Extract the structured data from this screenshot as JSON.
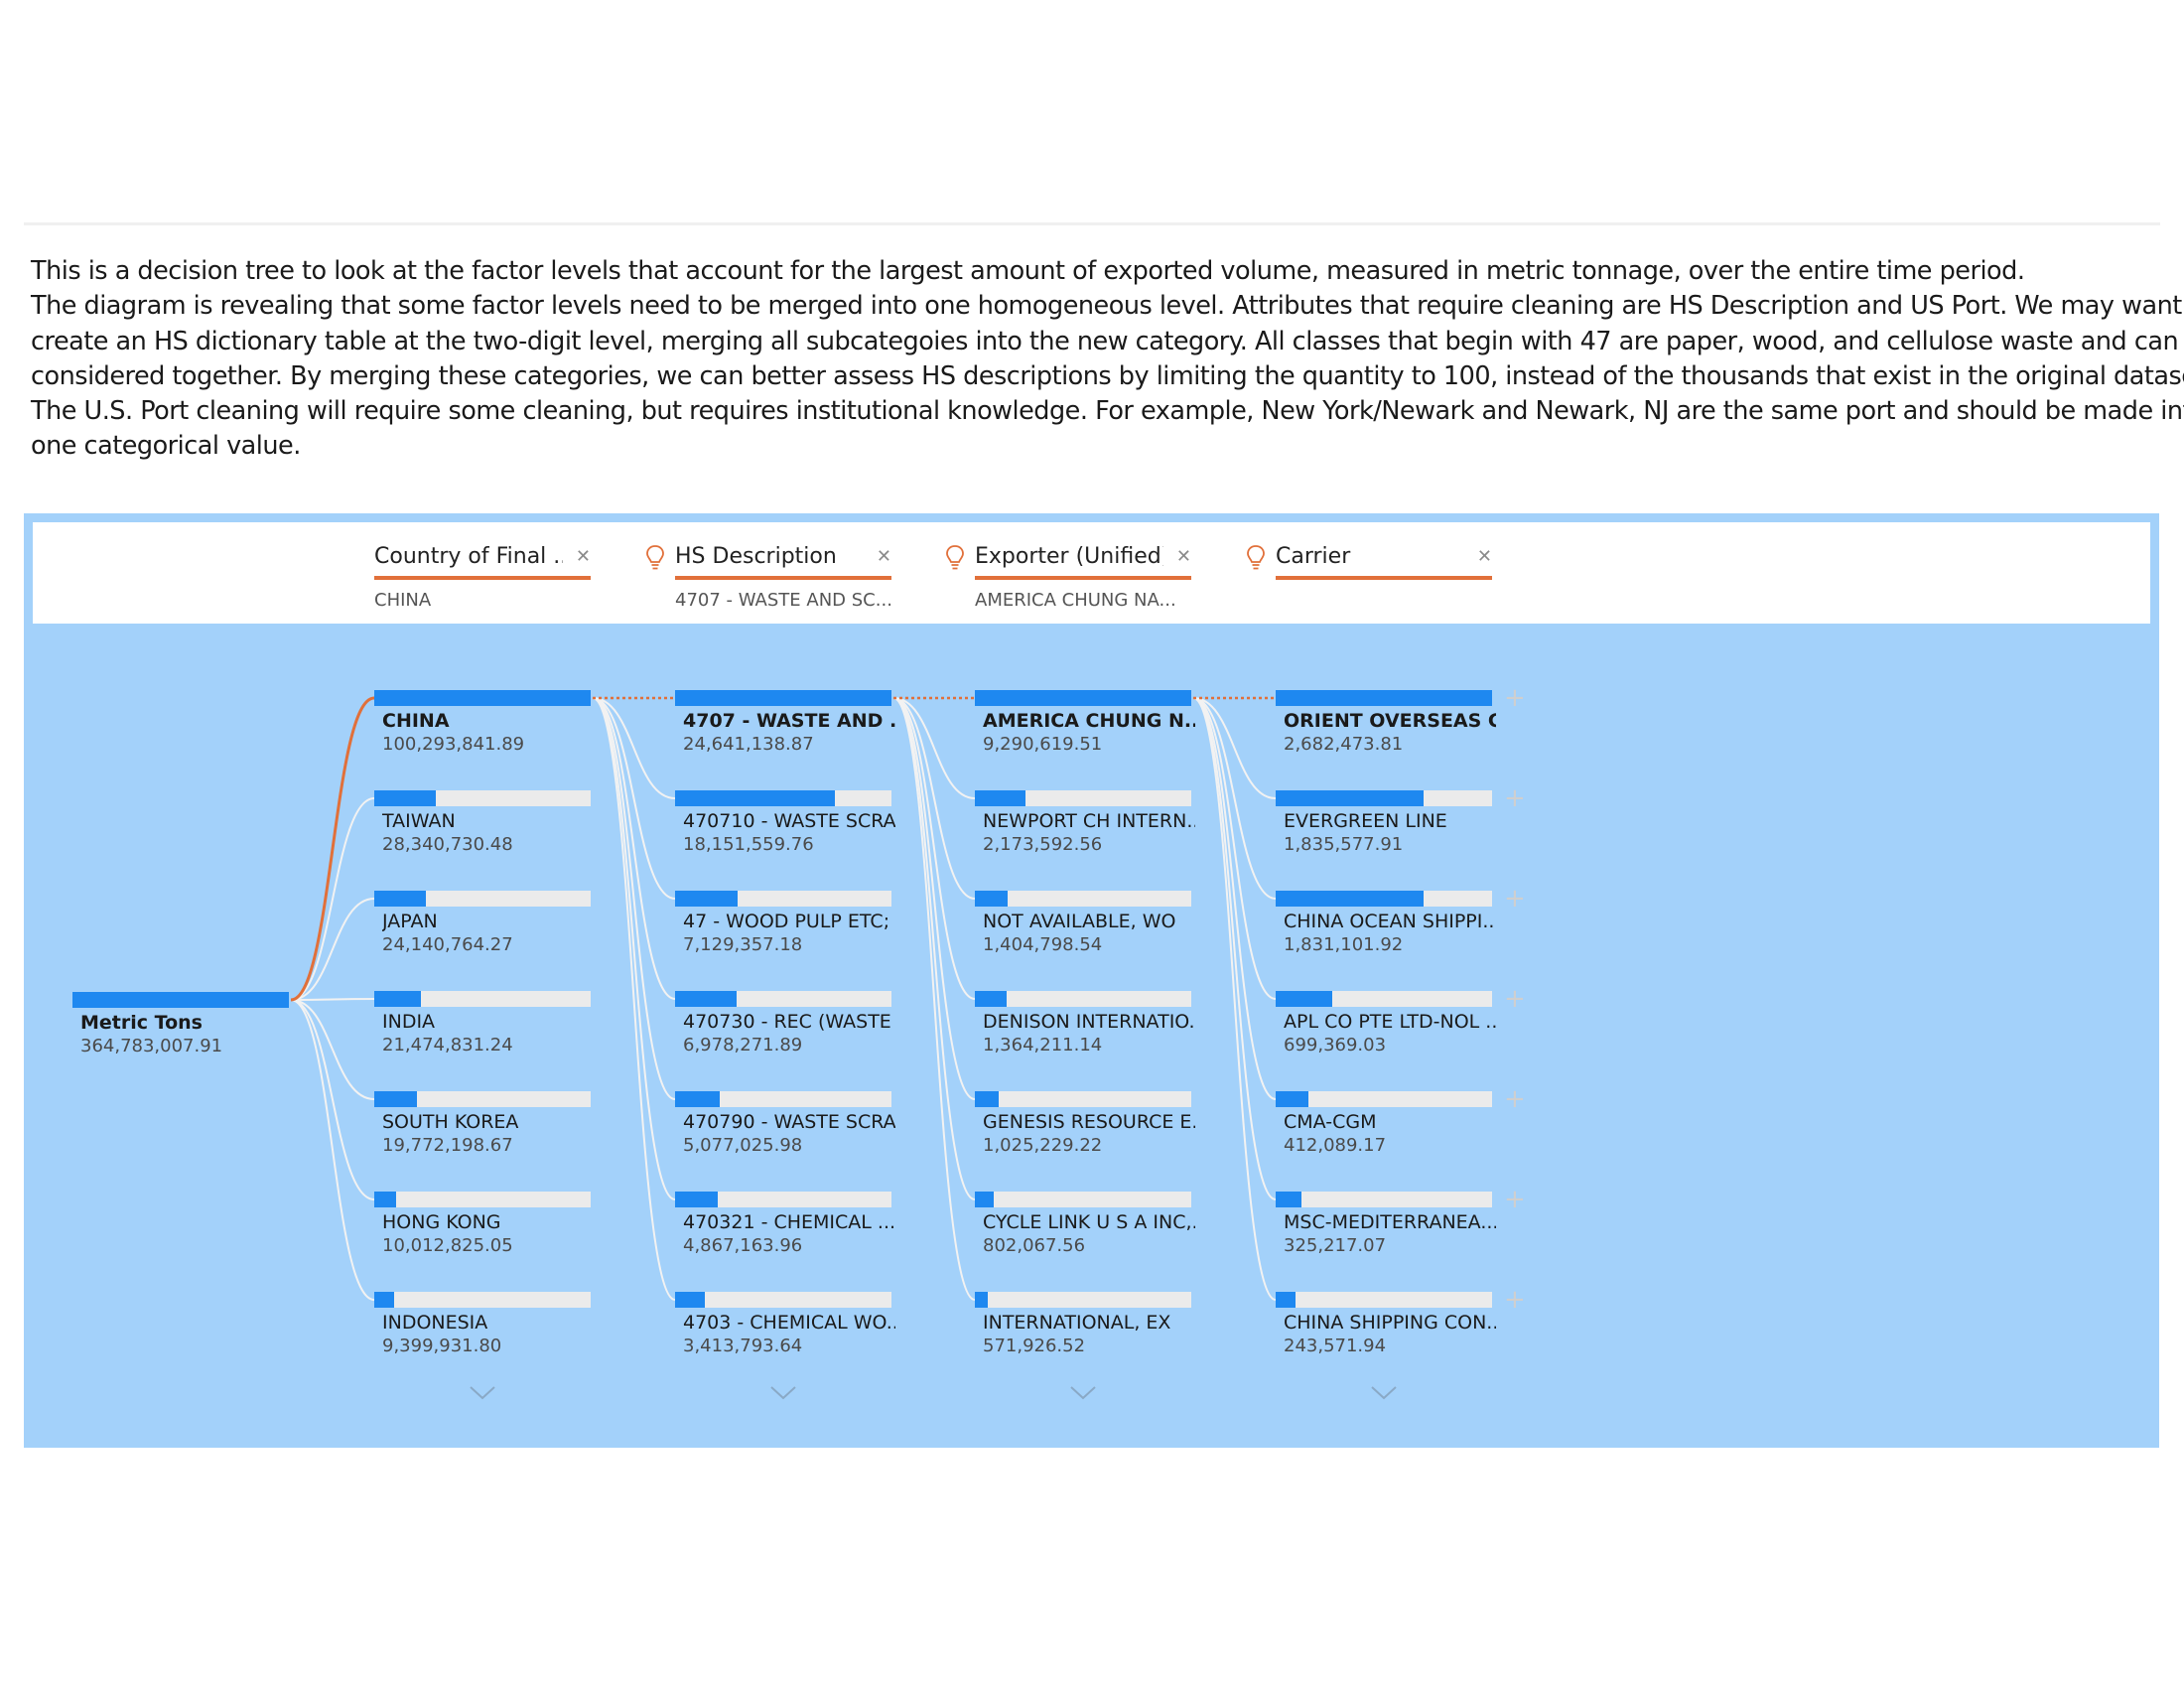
{
  "description": {
    "lines": [
      "This is a decision tree to look at the factor levels that account for the largest amount of exported volume, measured in metric tonnage, over the entire time period.",
      "The diagram is revealing that some factor levels need to be merged into one homogeneous level.  Attributes that require cleaning are HS Description and US Port.  We may want to",
      "create an HS dictionary table at the two-digit level, merging all subcategoies into the new category.  All classes that begin with 47 are paper, wood, and cellulose waste and can be",
      "considered together.  By merging these categories, we can better assess HS descriptions by limiting the quantity to 100, instead of the thousands that exist in the original dataset.",
      "The U.S. Port cleaning will require some cleaning, but requires institutional knowledge.  For example, New York/Newark and Newark, NJ are the same port and should be made into",
      "one categorical value."
    ]
  },
  "colors": {
    "background": "#a3d1fa",
    "bar_fill": "#1e88f0",
    "bar_track": "#ebebeb",
    "selected_path": "#e1703a",
    "link": "#f2f2f2"
  },
  "headers": [
    {
      "title": "Country of Final ...",
      "selection": "CHINA",
      "ai_split": false
    },
    {
      "title": "HS Description",
      "selection": "4707 - WASTE AND SC...",
      "ai_split": true
    },
    {
      "title": "Exporter (Unified)",
      "selection": "AMERICA CHUNG NA...",
      "ai_split": true
    },
    {
      "title": "Carrier",
      "selection": "",
      "ai_split": true
    }
  ],
  "root": {
    "label": "Metric Tons",
    "value": "364,783,007.91",
    "amount": 364783007.91
  },
  "levels": [
    {
      "selected_index": 0,
      "nodes": [
        {
          "label": "CHINA",
          "value": "100,293,841.89",
          "amount": 100293841.89
        },
        {
          "label": "TAIWAN",
          "value": "28,340,730.48",
          "amount": 28340730.48
        },
        {
          "label": "JAPAN",
          "value": "24,140,764.27",
          "amount": 24140764.27
        },
        {
          "label": "INDIA",
          "value": "21,474,831.24",
          "amount": 21474831.24
        },
        {
          "label": "SOUTH KOREA",
          "value": "19,772,198.67",
          "amount": 19772198.67
        },
        {
          "label": "HONG KONG",
          "value": "10,012,825.05",
          "amount": 10012825.05
        },
        {
          "label": "INDONESIA",
          "value": "9,399,931.80",
          "amount": 9399931.8
        }
      ]
    },
    {
      "selected_index": 0,
      "nodes": [
        {
          "label": "4707 - WASTE AND ...",
          "value": "24,641,138.87",
          "amount": 24641138.87
        },
        {
          "label": "470710 - WASTE SCRA...",
          "value": "18,151,559.76",
          "amount": 18151559.76
        },
        {
          "label": "47 - WOOD PULP ETC; ...",
          "value": "7,129,357.18",
          "amount": 7129357.18
        },
        {
          "label": "470730 - REC (WASTE ...",
          "value": "6,978,271.89",
          "amount": 6978271.89
        },
        {
          "label": "470790 - WASTE SCRA...",
          "value": "5,077,025.98",
          "amount": 5077025.98
        },
        {
          "label": "470321 - CHEMICAL ...",
          "value": "4,867,163.96",
          "amount": 4867163.96
        },
        {
          "label": "4703 - CHEMICAL WO...",
          "value": "3,413,793.64",
          "amount": 3413793.64
        }
      ]
    },
    {
      "selected_index": 0,
      "nodes": [
        {
          "label": "AMERICA CHUNG N...",
          "value": "9,290,619.51",
          "amount": 9290619.51
        },
        {
          "label": "NEWPORT CH INTERN...",
          "value": "2,173,592.56",
          "amount": 2173592.56
        },
        {
          "label": "NOT AVAILABLE, WO",
          "value": "1,404,798.54",
          "amount": 1404798.54
        },
        {
          "label": "DENISON INTERNATIO...",
          "value": "1,364,211.14",
          "amount": 1364211.14
        },
        {
          "label": "GENESIS RESOURCE E...",
          "value": "1,025,229.22",
          "amount": 1025229.22
        },
        {
          "label": "CYCLE LINK U S A INC,...",
          "value": "802,067.56",
          "amount": 802067.56
        },
        {
          "label": "INTERNATIONAL, EX",
          "value": "571,926.52",
          "amount": 571926.52
        }
      ]
    },
    {
      "selected_index": 0,
      "nodes": [
        {
          "label": "ORIENT OVERSEAS C...",
          "value": "2,682,473.81",
          "amount": 2682473.81
        },
        {
          "label": "EVERGREEN LINE",
          "value": "1,835,577.91",
          "amount": 1835577.91
        },
        {
          "label": "CHINA OCEAN SHIPPI...",
          "value": "1,831,101.92",
          "amount": 1831101.92
        },
        {
          "label": "APL CO PTE LTD-NOL ...",
          "value": "699,369.03",
          "amount": 699369.03
        },
        {
          "label": "CMA-CGM",
          "value": "412,089.17",
          "amount": 412089.17
        },
        {
          "label": "MSC-MEDITERRANEA...",
          "value": "325,217.07",
          "amount": 325217.07
        },
        {
          "label": "CHINA SHIPPING CON...",
          "value": "243,571.94",
          "amount": 243571.94
        }
      ]
    }
  ]
}
